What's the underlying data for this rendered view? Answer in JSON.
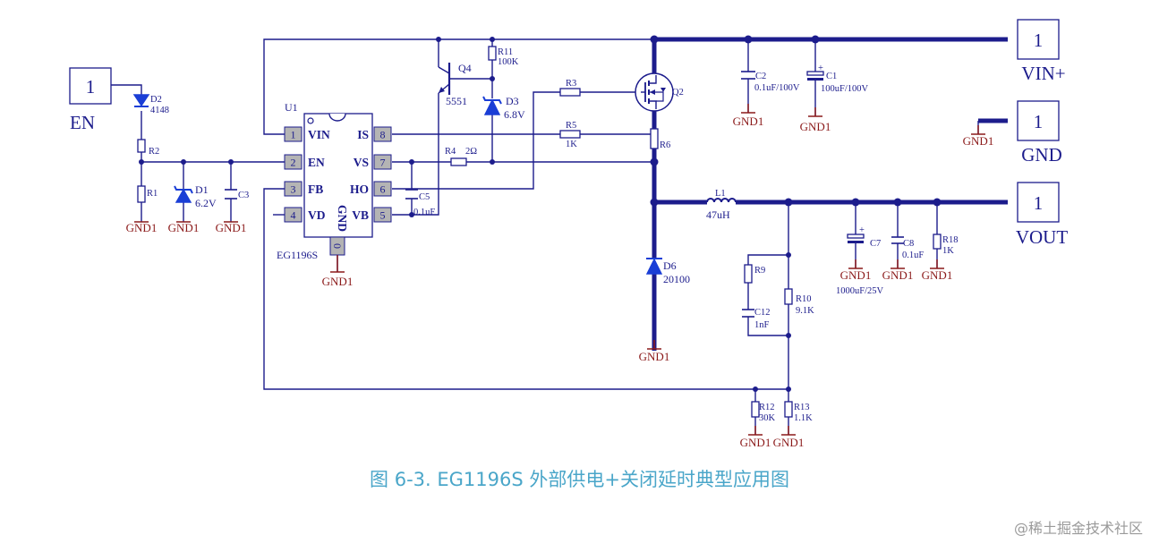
{
  "connectors": {
    "en": {
      "number": "1",
      "label": "EN"
    },
    "vin": {
      "number": "1",
      "label": "VIN+"
    },
    "gnd": {
      "number": "1",
      "label": "GND"
    },
    "vout": {
      "number": "1",
      "label": "VOUT"
    }
  },
  "ic": {
    "designator": "U1",
    "part": "EG1196S",
    "pins": {
      "p1": {
        "num": "1",
        "name": "VIN"
      },
      "p2": {
        "num": "2",
        "name": "EN"
      },
      "p3": {
        "num": "3",
        "name": "FB"
      },
      "p4": {
        "num": "4",
        "name": "VD"
      },
      "p8": {
        "num": "8",
        "name": "IS"
      },
      "p7": {
        "num": "7",
        "name": "VS"
      },
      "p6": {
        "num": "6",
        "name": "HO"
      },
      "p5": {
        "num": "5",
        "name": "VB"
      },
      "p0": {
        "num": "0",
        "name": "GND"
      }
    }
  },
  "components": {
    "d2": {
      "ref": "D2",
      "value": "4148"
    },
    "r2": {
      "ref": "R2"
    },
    "r1": {
      "ref": "R1"
    },
    "d1": {
      "ref": "D1",
      "value": "6.2V"
    },
    "c3": {
      "ref": "C3"
    },
    "q4": {
      "ref": "Q4",
      "value": "5551"
    },
    "r11": {
      "ref": "R11",
      "value": "100K"
    },
    "d3": {
      "ref": "D3",
      "value": "6.8V"
    },
    "r3": {
      "ref": "R3"
    },
    "r5": {
      "ref": "R5",
      "value": "1K"
    },
    "r4": {
      "ref": "R4",
      "value": "2Ω"
    },
    "c5": {
      "ref": "C5",
      "value": "0.1uF"
    },
    "q2": {
      "ref": "Q2"
    },
    "r6": {
      "ref": "R6"
    },
    "c2": {
      "ref": "C2",
      "value": "0.1uF/100V"
    },
    "c1": {
      "ref": "C1",
      "value": "100uF/100V"
    },
    "l1": {
      "ref": "L1",
      "value": "47uH"
    },
    "d6": {
      "ref": "D6",
      "value": "20100"
    },
    "r9": {
      "ref": "R9"
    },
    "c12": {
      "ref": "C12",
      "value": "1nF"
    },
    "r10": {
      "ref": "R10",
      "value": "9.1K"
    },
    "c7": {
      "ref": "C7",
      "value": "1000uF/25V"
    },
    "c8": {
      "ref": "C8",
      "value": "0.1uF"
    },
    "r18": {
      "ref": "R18",
      "value": "1K"
    },
    "r12": {
      "ref": "R12",
      "value": "30K"
    },
    "r13": {
      "ref": "R13",
      "value": "1.1K"
    }
  },
  "ground_label": "GND1",
  "caption": "图 6-3. EG1196S  外部供电+关闭延时典型应用图",
  "watermark": "@稀土掘金技术社区",
  "colors": {
    "wire": "#1c1c8c",
    "ground": "#8b1a1a",
    "diode": "#1a3ed6",
    "pin_fill": "#b4b4b4",
    "caption": "#4aa6c9",
    "watermark": "#9a9a9a"
  }
}
